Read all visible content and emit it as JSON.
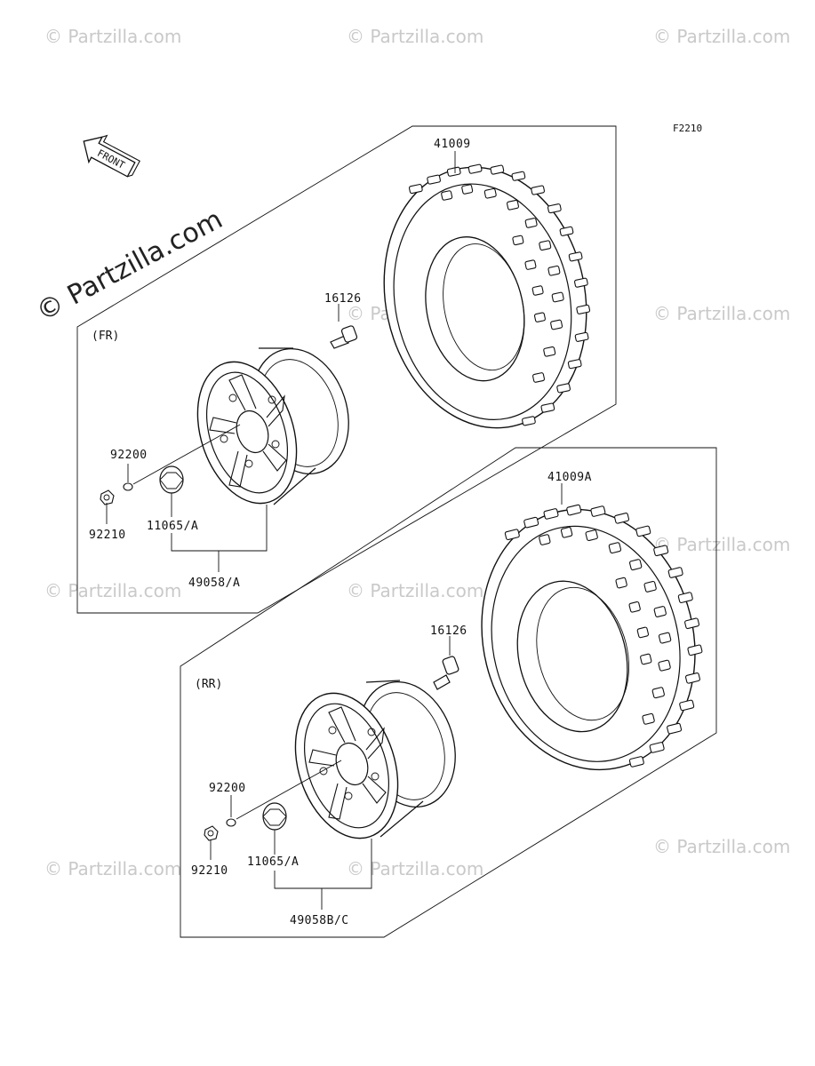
{
  "diagram_code": "F2210",
  "front_arrow_label": "FRONT",
  "watermark": "© Partzilla.com",
  "watermark_large": "© Partzilla.com",
  "sections": {
    "front": {
      "label": "(FR)",
      "parts": {
        "tire": "41009",
        "valve": "16126",
        "washer": "92200",
        "nut": "92210",
        "cap": "11065/A",
        "wheel": "49058/A"
      }
    },
    "rear": {
      "label": "(RR)",
      "parts": {
        "tire": "41009A",
        "valve": "16126",
        "washer": "92200",
        "nut": "92210",
        "cap": "11065/A",
        "wheel": "49058B/C"
      }
    }
  }
}
